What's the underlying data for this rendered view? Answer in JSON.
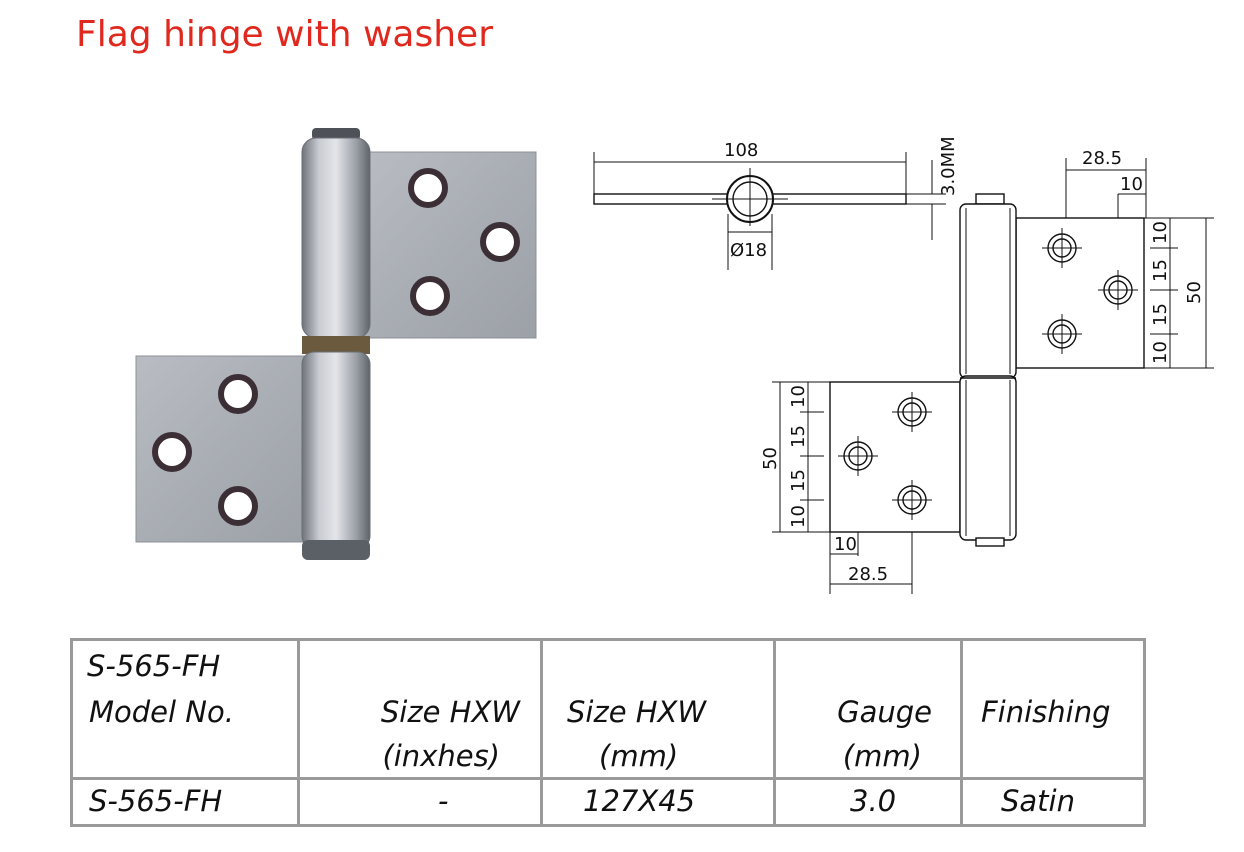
{
  "title": "Flag hinge with washer",
  "drawing": {
    "top_length": "108",
    "thickness": "3.0MM",
    "diameter": "Ø18",
    "dim_28_5_top": "28.5",
    "dim_10_top": "10",
    "dim_50_right": "50",
    "dims_right_stack": [
      "10",
      "15",
      "15",
      "10"
    ],
    "dim_50_left": "50",
    "dims_left_stack": [
      "10",
      "15",
      "15",
      "10"
    ],
    "dim_10_bottom": "10",
    "dim_28_5_bottom": "28.5"
  },
  "table": {
    "header": {
      "model_line1": "S-565-FH",
      "model_line2": "Model No.",
      "size_in_line1": "Size HXW",
      "size_in_line2": "(inxhes)",
      "size_mm_line1": "Size HXW",
      "size_mm_line2": "(mm)",
      "gauge_line1": "Gauge",
      "gauge_line2": "(mm)",
      "finishing": "Finishing"
    },
    "row": {
      "model": "S-565-FH",
      "size_in": "-",
      "size_mm": "127X45",
      "gauge": "3.0",
      "finishing": "Satin"
    }
  }
}
